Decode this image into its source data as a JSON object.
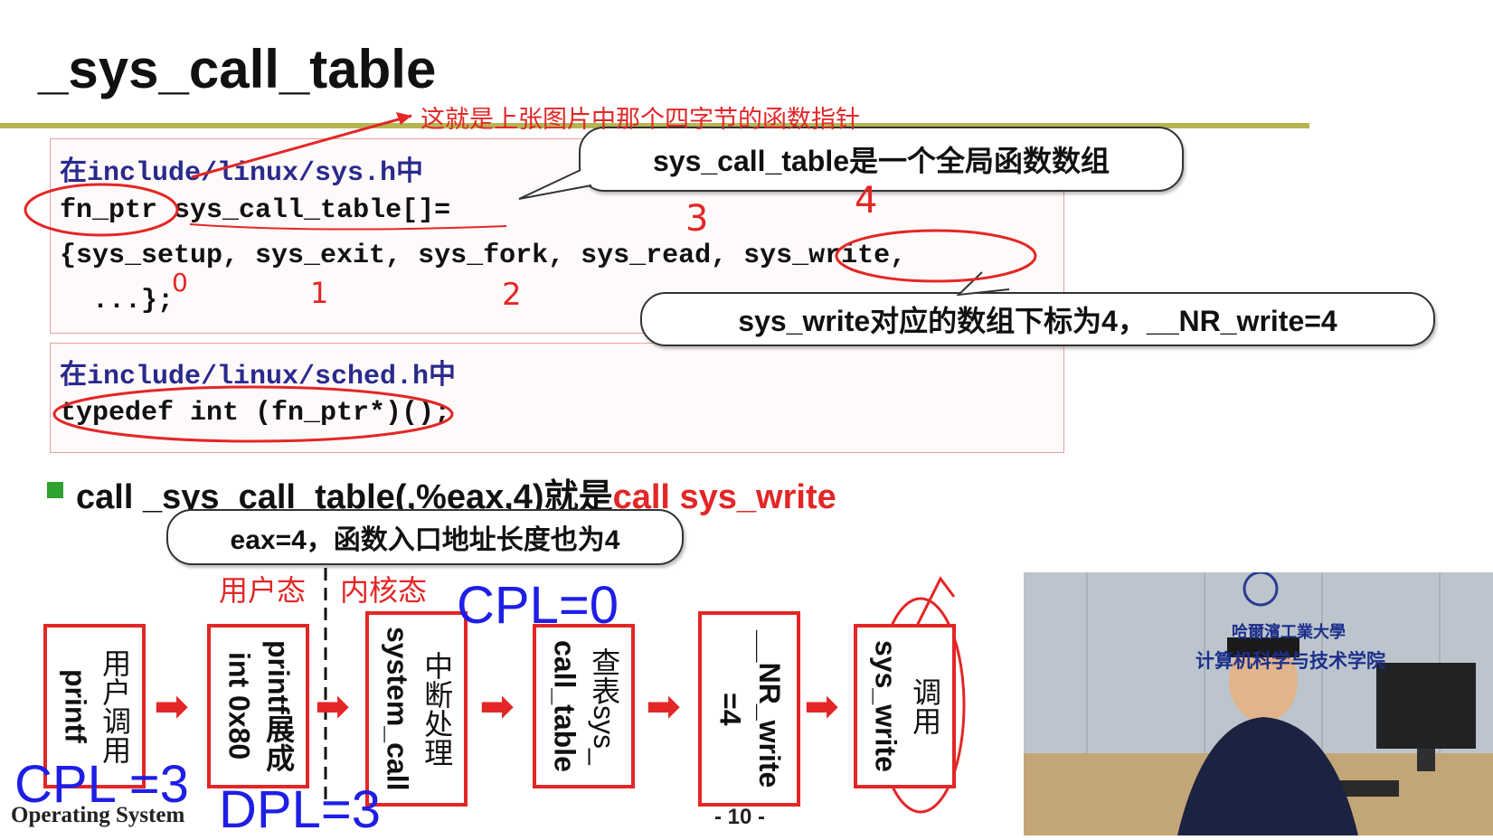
{
  "title": "_sys_call_table",
  "red_note": "这就是上张图片中那个四字节的函数指针",
  "code_box1": {
    "line1": "在include/linux/sys.h中",
    "line2a": "fn_ptr",
    "line2b": " sys_call_table[]=",
    "line3": "{sys_setup, sys_exit, sys_fork, sys_read, sys_write,",
    "line4": "  ...};"
  },
  "code_box2": {
    "line1": "在include/linux/sched.h中",
    "line2": "typedef int (fn_ptr*)();"
  },
  "bubble_global": "sys_call_table是一个全局函数数组",
  "bubble_index": "sys_write对应的数组下标为4，__NR_write=4",
  "handwritten_indices": [
    "0",
    "1",
    "2",
    "3",
    "4"
  ],
  "bullet": {
    "prefix": "call _sys_call_table(,%eax,4)就是",
    "highlight": "call sys_write"
  },
  "bubble_eax": "eax=4，函数入口地址长度也为4",
  "zones": {
    "user": "用户态",
    "kernel": "内核态"
  },
  "flow": [
    {
      "cn": "用户调用",
      "code": "printf"
    },
    {
      "cn": "printf展成",
      "code": "int 0x80"
    },
    {
      "cn": "中断处理",
      "code": "system_call"
    },
    {
      "cn": "查表sys_",
      "code": "call_table"
    },
    {
      "cn": "__NR_write",
      "code": "=4"
    },
    {
      "cn": "调用",
      "code": "sys_write"
    }
  ],
  "annotations": {
    "cpl_kernel": "CPL=0",
    "cpl_user": "CPL =3",
    "dpl": "DPL=3"
  },
  "footer": {
    "course": "Operating System",
    "page": "- 10 -"
  },
  "video": {
    "wall_top": "哈爾濱工業大學",
    "wall_bottom": "计算机科学与技术学院"
  },
  "colors": {
    "accent_red": "#e32626",
    "rule_olive": "#b5b552",
    "annot_blue": "#1e1ee6",
    "bullet_green": "#2fa12f"
  }
}
